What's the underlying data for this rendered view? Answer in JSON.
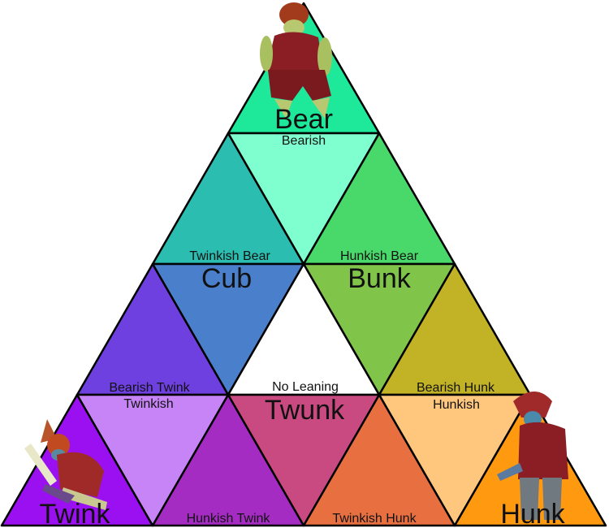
{
  "labels": {
    "bear": "Bear",
    "bearish": "Bearish",
    "cub": "Cub",
    "twinkish_bear": "Twinkish Bear",
    "bunk": "Bunk",
    "hunkish_bear": "Hunkish Bear",
    "no_leaning": "No Leaning",
    "bearish_twink": "Bearish Twink",
    "twinkish": "Twinkish",
    "twunk": "Twunk",
    "bearish_hunk": "Bearish Hunk",
    "hunkish": "Hunkish",
    "twink": "Twink",
    "hunkish_twink": "Hunkish Twink",
    "twinkish_hunk": "Twinkish Hunk",
    "hunk": "Hunk"
  },
  "colors": {
    "bear": "#1ee89a",
    "bearish": "#7fffcf",
    "cub": "#4a7fcc",
    "twinkish_bear": "#2bbdb0",
    "bunk": "#80c44a",
    "hunkish_bear": "#48d96a",
    "no_leaning": "#ffffff",
    "bearish_twink": "#6e40e0",
    "twinkish": "#c784f7",
    "twunk": "#c94a80",
    "bearish_hunk": "#c2b226",
    "hunkish": "#ffc77e",
    "twink": "#9a10f0",
    "hunkish_twink": "#a42cc2",
    "twinkish_hunk": "#e87040",
    "hunk": "#ff9a10"
  }
}
